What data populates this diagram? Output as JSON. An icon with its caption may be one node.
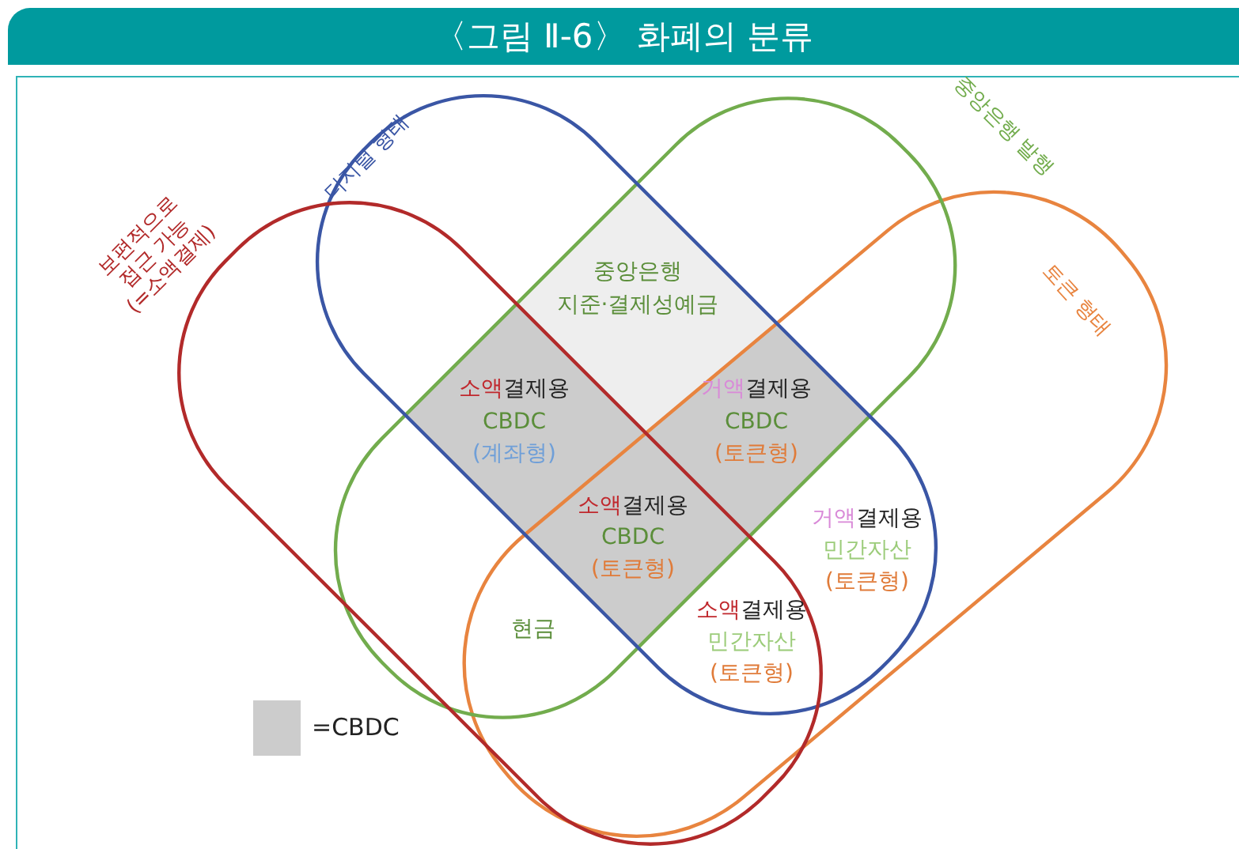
{
  "diagram": {
    "title": "〈그림 Ⅱ-6〉 화폐의 분류",
    "nodes": [
      {
        "text": [
          "보편적으로 접근 가능 (=소액결제)"
        ]
      },
      {
        "text": [
          "디지털 형태"
        ]
      },
      {
        "text": [
          "중앙은행 발행"
        ]
      },
      {
        "text": [
          "토큰 형태"
        ]
      }
    ],
    "labels": [
      "중앙은행",
      "지준·결제성예금",
      "소액결제용",
      "CBDC",
      "(계좌형)",
      "거액결제용",
      "CBDC",
      "(토큰형)",
      "소액결제용",
      "CBDC",
      "(토큰형)",
      "거액결제용",
      "민간자산",
      "(토큰형)",
      "현금",
      "소액결제용",
      "민간자산",
      "(토큰형)"
    ],
    "legend": [
      {
        "text": "=CBDC",
        "color": "#cccccc"
      }
    ]
  }
}
